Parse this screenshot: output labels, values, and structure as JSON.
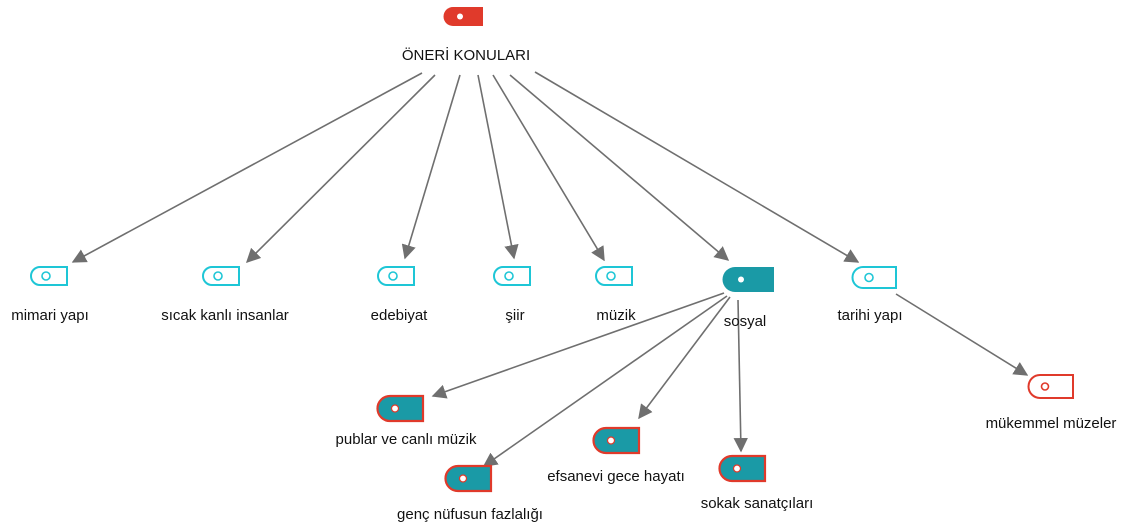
{
  "colors": {
    "edge": "#6f6f6f",
    "red": "#e03a2b",
    "teal": "#1ec6d6",
    "teal_fill": "#1a9aa6",
    "text": "#111111"
  },
  "root": {
    "label": "ÖNERİ KONULARI",
    "icon": "tag-icon"
  },
  "topics": [
    {
      "label": "mimari yapı",
      "icon": "tag-icon"
    },
    {
      "label": "sıcak kanlı insanlar",
      "icon": "tag-icon"
    },
    {
      "label": "edebiyat",
      "icon": "tag-icon"
    },
    {
      "label": "şiir",
      "icon": "tag-icon"
    },
    {
      "label": "müzik",
      "icon": "tag-icon"
    },
    {
      "label": "sosyal",
      "icon": "tag-icon"
    },
    {
      "label": "tarihi yapı",
      "icon": "tag-icon"
    }
  ],
  "subtopics": [
    {
      "label": "publar ve canlı müzik",
      "icon": "tag-icon"
    },
    {
      "label": "genç nüfusun fazlalığı",
      "icon": "tag-icon"
    },
    {
      "label": "efsanevi gece hayatı",
      "icon": "tag-icon"
    },
    {
      "label": "sokak sanatçıları",
      "icon": "tag-icon"
    },
    {
      "label": "mükemmel müzeler",
      "icon": "tag-icon"
    }
  ]
}
